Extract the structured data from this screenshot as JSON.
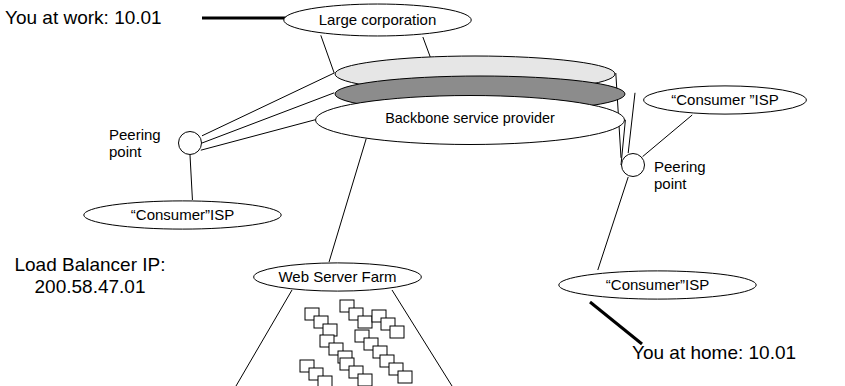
{
  "diagram": {
    "nodes": [
      {
        "text": [
          "Large corporation"
        ]
      },
      {
        "text": [
          "Backbone service provider"
        ]
      },
      {
        "text": [
          "“Consumer ”ISP"
        ]
      },
      {
        "text": [
          "Peering point"
        ]
      },
      {
        "text": [
          "“Consumer”ISP"
        ]
      },
      {
        "text": [
          "Peering point"
        ]
      },
      {
        "text": [
          "Web Server Farm"
        ]
      },
      {
        "text": [
          "“Consumer”ISP"
        ]
      }
    ],
    "edges": [
      {
        "from": 0,
        "to": 1,
        "arrow": "none"
      },
      {
        "from": 0,
        "to": 1,
        "arrow": "none"
      },
      {
        "from": 3,
        "to": 1,
        "arrow": "none"
      },
      {
        "from": 3,
        "to": 1,
        "arrow": "none"
      },
      {
        "from": 3,
        "to": 1,
        "arrow": "none"
      },
      {
        "from": 3,
        "to": 4,
        "arrow": "none"
      },
      {
        "from": 5,
        "to": 1,
        "arrow": "none"
      },
      {
        "from": 5,
        "to": 1,
        "arrow": "none"
      },
      {
        "from": 5,
        "to": 1,
        "arrow": "none"
      },
      {
        "from": 5,
        "to": 2,
        "arrow": "none"
      },
      {
        "from": 5,
        "to": 7,
        "arrow": "none"
      },
      {
        "from": 1,
        "to": 6,
        "arrow": "none"
      }
    ],
    "labels": [
      "You at work: 10.01",
      "Load Balancer IP: 200.58.47.01",
      "You at home: 10.01"
    ]
  }
}
